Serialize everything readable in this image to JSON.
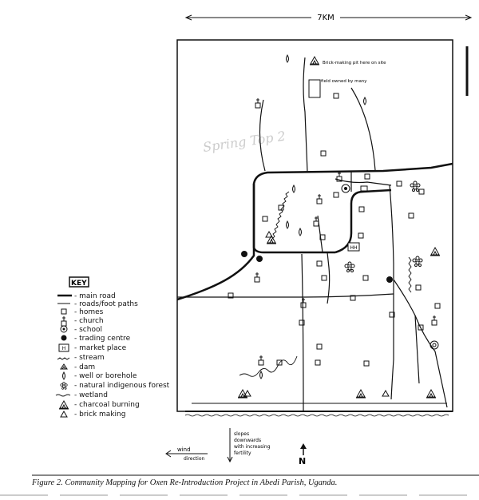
{
  "scale_label": "7KM",
  "map_labels": {
    "brick_making_note": "Brick-making pit here on site",
    "field_note": "field owned by many",
    "slopes_note": [
      "slopes",
      "downwards",
      "with increasing",
      "fertility"
    ],
    "wind_label": [
      "wind",
      "direction"
    ],
    "north_label": "N",
    "margin_scribble": "Spring Top 2"
  },
  "key": {
    "title": "KEY",
    "items": [
      {
        "icon": "main-road",
        "text": "- main road"
      },
      {
        "icon": "roads-foot-paths",
        "text": "- roads/foot paths"
      },
      {
        "icon": "homes",
        "text": "- homes"
      },
      {
        "icon": "church",
        "text": "- church"
      },
      {
        "icon": "school",
        "text": "- school"
      },
      {
        "icon": "trading-centre",
        "text": "- trading centre"
      },
      {
        "icon": "market-place",
        "text": "- market place"
      },
      {
        "icon": "stream",
        "text": "- stream"
      },
      {
        "icon": "dam",
        "text": "- dam"
      },
      {
        "icon": "well-or-borehole",
        "text": "- well or borehole"
      },
      {
        "icon": "natural-indigenous-forest",
        "text": "- natural indigenous forest"
      },
      {
        "icon": "wetland",
        "text": "- wetland"
      },
      {
        "icon": "charcoal-burning",
        "text": "- charcoal burning"
      },
      {
        "icon": "brick-making",
        "text": "- brick making"
      }
    ]
  },
  "caption": "Figure 2. Community Mapping for Oxen Re-Introduction Project in Abedi Parish, Uganda."
}
